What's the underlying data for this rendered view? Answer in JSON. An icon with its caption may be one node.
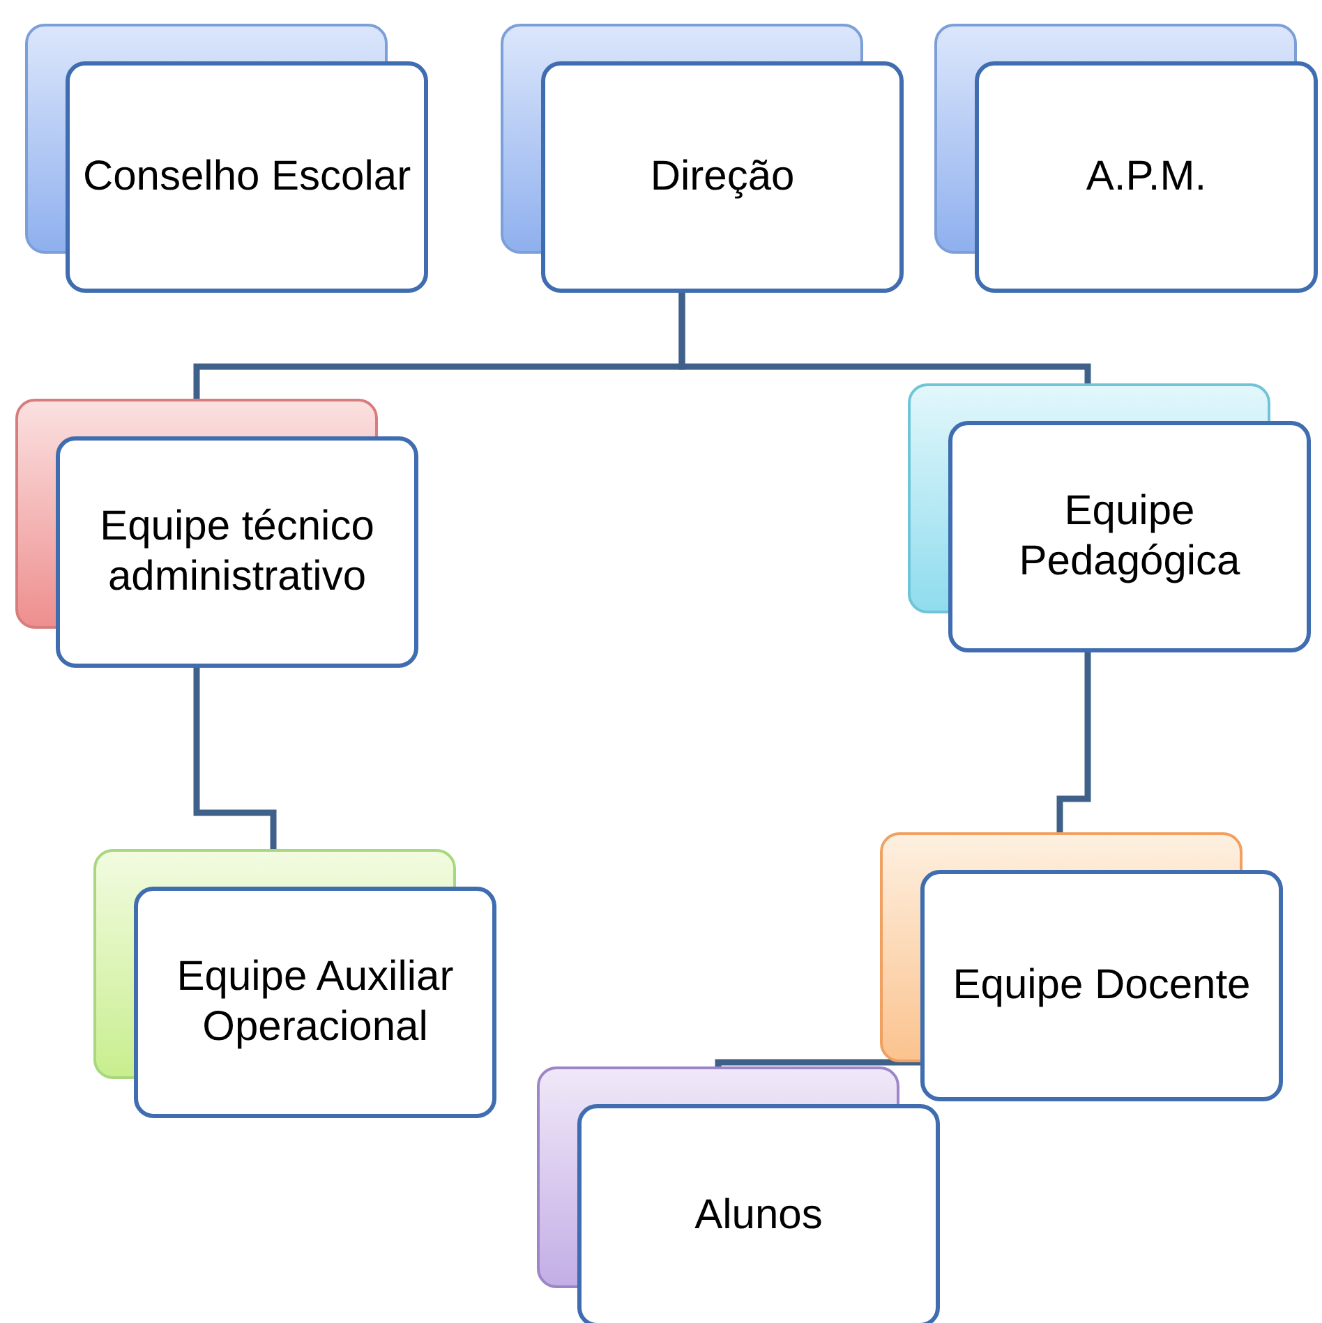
{
  "diagram": {
    "nodes": [
      {
        "text": [
          "Conselho Escolar"
        ]
      },
      {
        "text": [
          "Direção"
        ]
      },
      {
        "text": [
          "A.P.M."
        ]
      },
      {
        "text": [
          "Equipe técnico administrativo"
        ]
      },
      {
        "text": [
          "Equipe Pedagógica"
        ]
      },
      {
        "text": [
          "Equipe Auxiliar Operacional"
        ]
      },
      {
        "text": [
          "Equipe Docente"
        ]
      },
      {
        "text": [
          "Alunos"
        ]
      }
    ],
    "edges": [
      {
        "from": 1,
        "to": 3,
        "arrow": "none"
      },
      {
        "from": 1,
        "to": 4,
        "arrow": "none"
      },
      {
        "from": 3,
        "to": 5,
        "arrow": "none"
      },
      {
        "from": 4,
        "to": 6,
        "arrow": "none"
      },
      {
        "from": 6,
        "to": 7,
        "arrow": "none"
      }
    ]
  }
}
